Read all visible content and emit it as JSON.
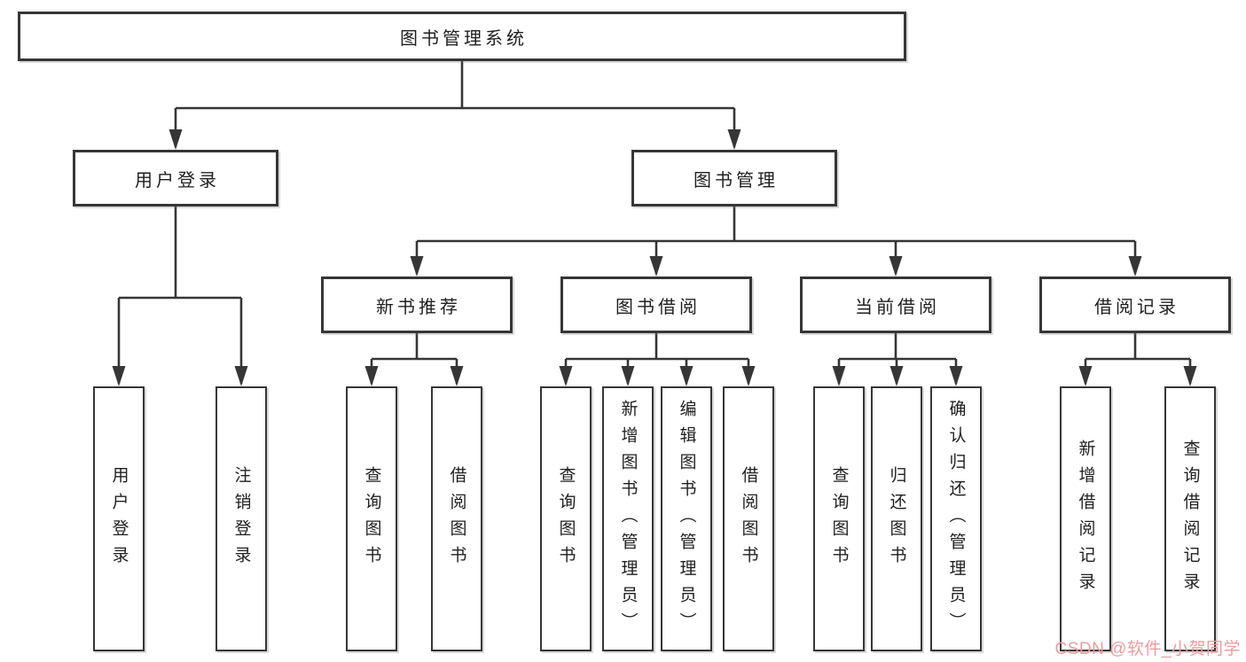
{
  "tree": {
    "label": "图书管理系统",
    "children": [
      {
        "label": "用户登录",
        "children": [
          {
            "label": "用户登录"
          },
          {
            "label": "注销登录"
          }
        ]
      },
      {
        "label": "图书管理",
        "children": [
          {
            "label": "新书推荐",
            "children": [
              {
                "label": "查询图书"
              },
              {
                "label": "借阅图书"
              }
            ]
          },
          {
            "label": "图书借阅",
            "children": [
              {
                "label": "查询图书"
              },
              {
                "label": "新增图书（管理员）"
              },
              {
                "label": "编辑图书（管理员）"
              },
              {
                "label": "借阅图书"
              }
            ]
          },
          {
            "label": "当前借阅",
            "children": [
              {
                "label": "查询图书"
              },
              {
                "label": "归还图书"
              },
              {
                "label": "确认归还（管理员）"
              }
            ]
          },
          {
            "label": "借阅记录",
            "children": [
              {
                "label": "新增借阅记录"
              },
              {
                "label": "查询借阅记录"
              }
            ]
          }
        ]
      }
    ]
  },
  "watermark": {
    "text": "CSDN @软件_小贺同学",
    "color": "#ef9a9c"
  },
  "colors": {
    "line": "#363636",
    "box_border": "#363636",
    "box_fill": "#ffffff",
    "text": "#1f1f1f",
    "background": "#ffffff"
  }
}
